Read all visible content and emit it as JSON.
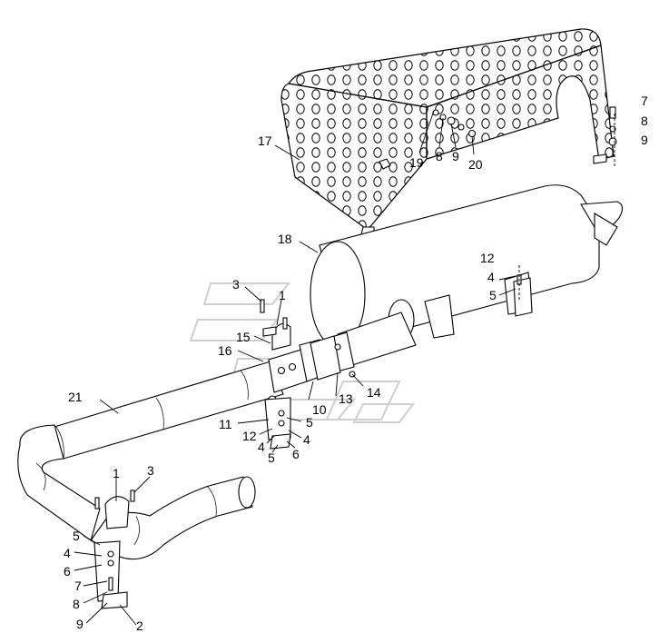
{
  "diagram": {
    "callouts": [
      {
        "id": "c17",
        "text": "17"
      },
      {
        "id": "c19",
        "text": "19"
      },
      {
        "id": "c8a",
        "text": "8"
      },
      {
        "id": "c9a",
        "text": "9"
      },
      {
        "id": "c20",
        "text": "20"
      },
      {
        "id": "c7a",
        "text": "7"
      },
      {
        "id": "c8b",
        "text": "8"
      },
      {
        "id": "c9b",
        "text": "9"
      },
      {
        "id": "c18",
        "text": "18"
      },
      {
        "id": "c12a",
        "text": "12"
      },
      {
        "id": "c4a",
        "text": "4"
      },
      {
        "id": "c5a",
        "text": "5"
      },
      {
        "id": "c3a",
        "text": "3"
      },
      {
        "id": "c1a",
        "text": "1"
      },
      {
        "id": "c15",
        "text": "15"
      },
      {
        "id": "c16",
        "text": "16"
      },
      {
        "id": "c21",
        "text": "21"
      },
      {
        "id": "c10",
        "text": "10"
      },
      {
        "id": "c13",
        "text": "13"
      },
      {
        "id": "c14",
        "text": "14"
      },
      {
        "id": "c11",
        "text": "11"
      },
      {
        "id": "c5b",
        "text": "5"
      },
      {
        "id": "c12b",
        "text": "12"
      },
      {
        "id": "c4b",
        "text": "4"
      },
      {
        "id": "c4c",
        "text": "4"
      },
      {
        "id": "c5c",
        "text": "5"
      },
      {
        "id": "c6a",
        "text": "6"
      },
      {
        "id": "c1b",
        "text": "1"
      },
      {
        "id": "c3b",
        "text": "3"
      },
      {
        "id": "c5d",
        "text": "5"
      },
      {
        "id": "c4d",
        "text": "4"
      },
      {
        "id": "c6b",
        "text": "6"
      },
      {
        "id": "c7b",
        "text": "7"
      },
      {
        "id": "c8c",
        "text": "8"
      },
      {
        "id": "c9c",
        "text": "9"
      },
      {
        "id": "c2",
        "text": "2"
      }
    ]
  }
}
